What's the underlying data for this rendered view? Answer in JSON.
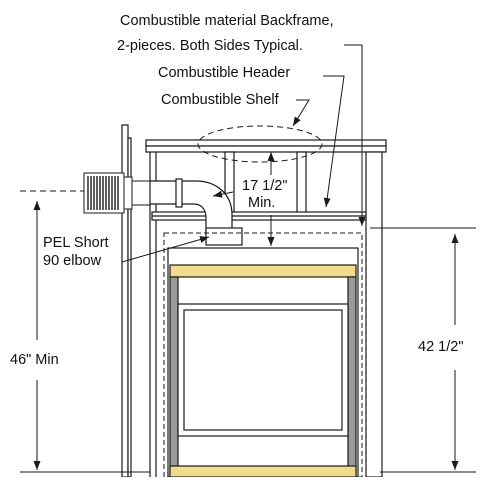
{
  "labels": {
    "backframe_line1": "Combustible material Backframe,",
    "backframe_line2": "2-pieces. Both Sides Typical.",
    "header": "Combustible Header",
    "shelf": "Combustible Shelf",
    "clearance_line1": "17 1/2\"",
    "clearance_line2": "Min.",
    "elbow_line1": "PEL Short",
    "elbow_line2": "90 elbow",
    "vent_height": "46\" Min",
    "shelf_height": "42 1/2\""
  },
  "colors": {
    "line": "#1a1a1a",
    "trim_yellow": "#f2dc8c",
    "frame_gray": "#9a9a9a",
    "background": "#ffffff"
  }
}
